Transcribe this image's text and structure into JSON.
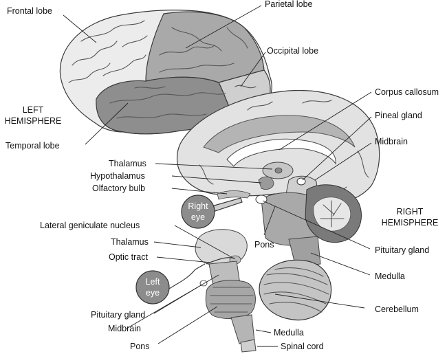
{
  "figure": {
    "labels": {
      "frontal_lobe": "Frontal lobe",
      "parietal_lobe": "Parietal lobe",
      "occipital_lobe": "Occipital lobe",
      "left_hemisphere_1": "LEFT",
      "left_hemisphere_2": "HEMISPHERE",
      "temporal_lobe": "Temporal lobe",
      "corpus_callosum": "Corpus callosum",
      "pineal_gland": "Pineal gland",
      "midbrain_right": "Midbrain",
      "thalamus_top": "Thalamus",
      "hypothalamus": "Hypothalamus",
      "olfactory_bulb": "Olfactory bulb",
      "right_eye_1": "Right",
      "right_eye_2": "eye",
      "right_hemisphere_1": "RIGHT",
      "right_hemisphere_2": "HEMISPHERE",
      "lateral_geniculate_nucleus": "Lateral geniculate nucleus",
      "thalamus_bottom": "Thalamus",
      "pons_middle": "Pons",
      "pituitary_gland_right": "Pituitary gland",
      "optic_tract": "Optic tract",
      "left_eye_1": "Left",
      "left_eye_2": "eye",
      "medulla_right": "Medulla",
      "cerebellum": "Cerebellum",
      "pituitary_gland_left": "Pituitary gland",
      "midbrain_left": "Midbrain",
      "medulla_bottom": "Medulla",
      "pons_bottom": "Pons",
      "spinal_cord": "Spinal cord"
    }
  }
}
